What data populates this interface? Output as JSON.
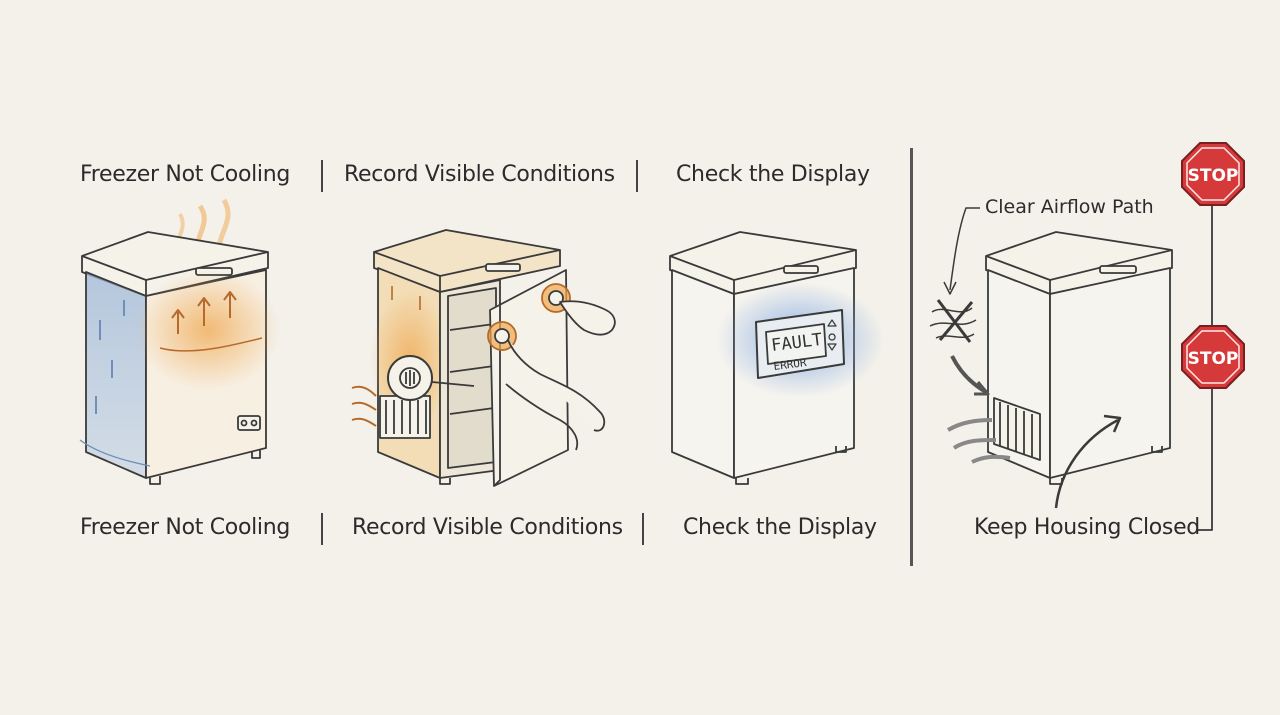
{
  "panels": [
    {
      "top_label": "Freezer Not Cooling",
      "bottom_label": "Freezer Not Cooling"
    },
    {
      "top_label": "Record Visible Conditions",
      "bottom_label": "Record Visible Conditions"
    },
    {
      "top_label": "Check the Display",
      "bottom_label": "Check the Display"
    }
  ],
  "display": {
    "line1": "FAULT",
    "line2": "ERROR"
  },
  "safety": {
    "callout_airflow": "Clear Airflow Path",
    "callout_housing": "Keep Housing Closed",
    "stop_sign_1": "STOP",
    "stop_sign_2": "STOP"
  },
  "colors": {
    "background": "#f3f1ea",
    "warm_glow": "#f0a850",
    "cold_glow": "#9fb8d8",
    "highlight_blue": "#7fa6e0",
    "stop_red": "#d6393a",
    "line": "#3a3a3a"
  }
}
